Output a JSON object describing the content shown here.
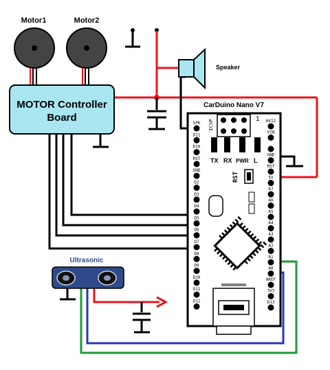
{
  "motors": [
    {
      "label": "Motor1"
    },
    {
      "label": "Motor2"
    }
  ],
  "controller": {
    "line1": "MOTOR Controller",
    "line2": "Board"
  },
  "speaker": {
    "label": "Speaker"
  },
  "board": {
    "title": "CarDuino Nano V7",
    "icsp_label": "ICSP",
    "jumper_num": "1",
    "led_labels": [
      "TX",
      "RX",
      "PWR",
      "L"
    ],
    "rst_label": "RST",
    "left_pins": [
      "SPK",
      "D11",
      "D10",
      "RST",
      "GND",
      "D2",
      "D3",
      "D4",
      "D5",
      "D6",
      "D7",
      "D8",
      "D9",
      "D10",
      "D11",
      "D12"
    ],
    "right_pins": [
      "HV12",
      "VIN",
      "",
      "GND",
      "RST",
      "5V",
      "A7",
      "A6",
      "A5",
      "A4",
      "A3",
      "A2",
      "A1",
      "A0",
      "AREF",
      "3V3",
      "D13"
    ]
  },
  "ultrasonic": {
    "label": "Ultrasonic"
  },
  "colors": {
    "red": "#e8141c",
    "green": "#1f9a3a",
    "blue": "#2b35b8",
    "black": "#000000",
    "controller_fill": "#a9e6f2",
    "speaker_fill": "#a9e6f2",
    "ultrasonic_fill": "#2f4a8a",
    "ultrasonic_label": "#2f4a8a"
  }
}
